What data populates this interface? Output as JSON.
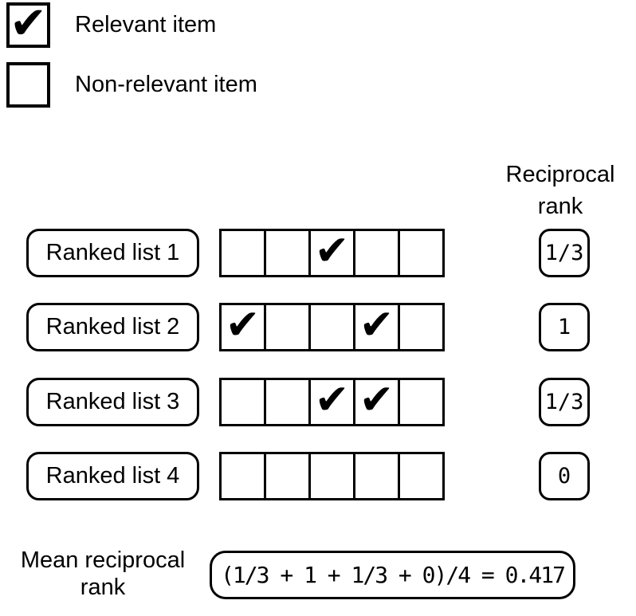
{
  "colors": {
    "ink": "#000000",
    "background": "#ffffff"
  },
  "check_glyph": "✔",
  "legend": {
    "items": [
      {
        "label": "Relevant item",
        "checked": true
      },
      {
        "label": "Non-relevant item",
        "checked": false
      }
    ]
  },
  "column_header": "Reciprocal rank",
  "rows": [
    {
      "label": "Ranked list 1",
      "cells": [
        false,
        false,
        true,
        false,
        false
      ],
      "reciprocal_rank": "1/3"
    },
    {
      "label": "Ranked list 2",
      "cells": [
        true,
        false,
        false,
        true,
        false
      ],
      "reciprocal_rank": "1"
    },
    {
      "label": "Ranked list 3",
      "cells": [
        false,
        false,
        true,
        true,
        false
      ],
      "reciprocal_rank": "1/3"
    },
    {
      "label": "Ranked list 4",
      "cells": [
        false,
        false,
        false,
        false,
        false
      ],
      "reciprocal_rank": "0"
    }
  ],
  "summary": {
    "label": "Mean reciprocal rank",
    "formula": "(1/3 + 1 + 1/3 + 0)/4 = 0.417"
  }
}
